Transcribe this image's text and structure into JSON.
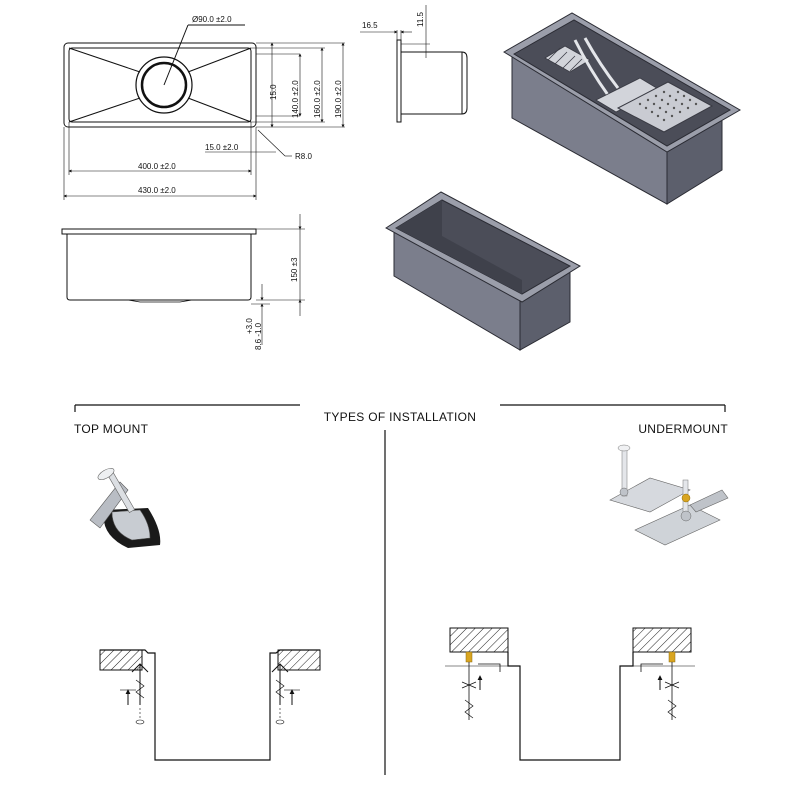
{
  "dimensions": {
    "drain_diameter": "Ø90.0 ±2.0",
    "inner_length": "400.0 ±2.0",
    "outer_length": "430.0 ±2.0",
    "flange_width": "15.0 ±2.0",
    "corner_radius": "R8.0",
    "rim_offset": "15.0",
    "inner_width": "140.0 ±2.0",
    "mid_width": "160.0 ±2.0",
    "outer_width": "190.0 ±2.0",
    "depth": "150 ±3",
    "rim_thickness": "8.6 -1.0",
    "rim_tolerance_plus": "+3.0",
    "drain_projection": "16.5",
    "drain_offset": "11.5"
  },
  "installation": {
    "title": "TYPES OF INSTALLATION",
    "left_label": "TOP MOUNT",
    "right_label": "UNDERMOUNT"
  },
  "colors": {
    "line": "#111111",
    "sink_dark": "#5c5f6c",
    "sink_mid": "#7b7e8c",
    "sink_light": "#b7b9c2",
    "sink_interior": "#4b4d58",
    "steel": "#c8ccd2",
    "clip_black": "#1a1a1a",
    "brass": "#d9a520"
  }
}
